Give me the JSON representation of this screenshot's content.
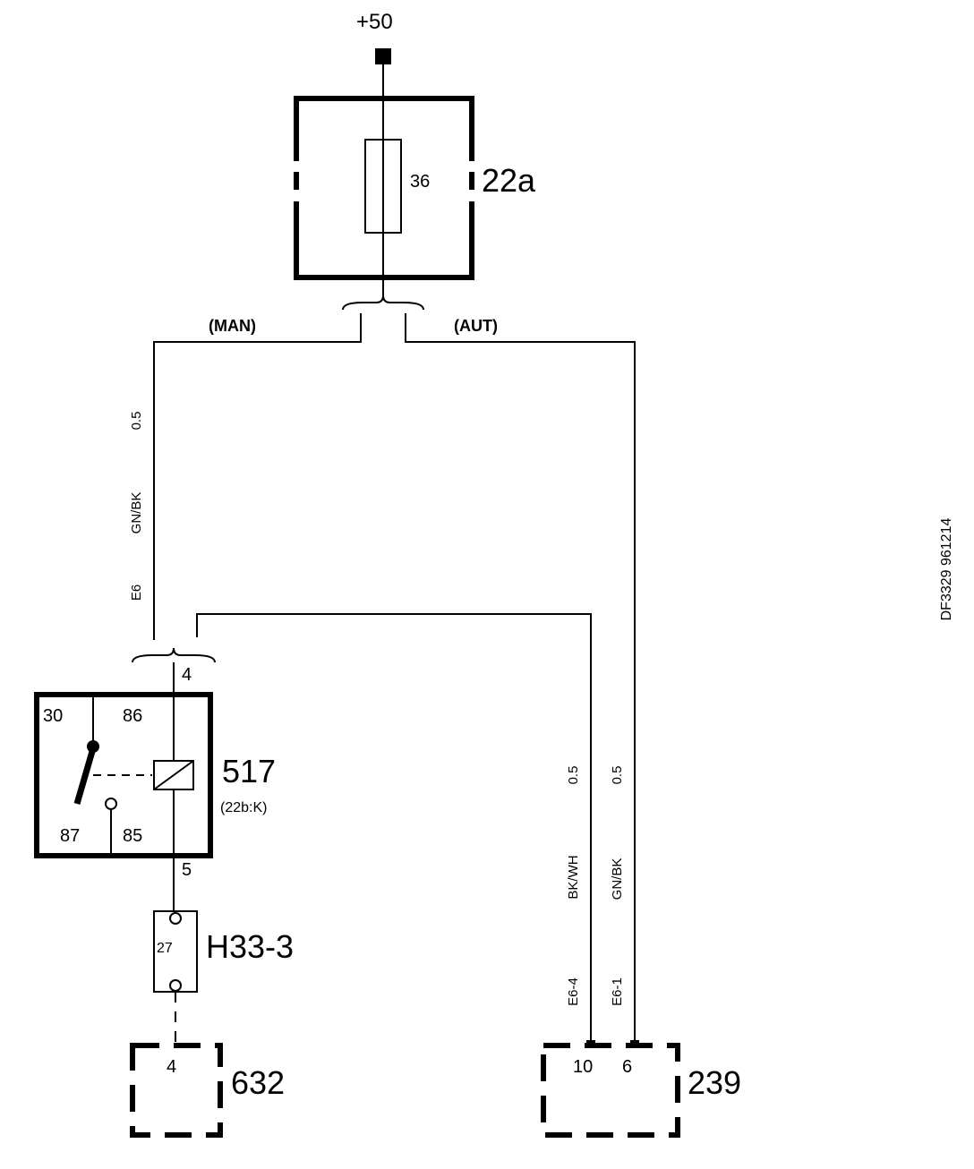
{
  "supply": {
    "label": "+50"
  },
  "fuse_box": {
    "id": "22a",
    "fuse": "36"
  },
  "branch_labels": {
    "man": "(MAN)",
    "aut": "(AUT)"
  },
  "wire_man": {
    "size": "0.5",
    "color": "GN/BK",
    "code": "E6"
  },
  "wire_bkwh": {
    "size": "0.5",
    "color": "BK/WH",
    "code": "E6-4"
  },
  "wire_gnbk": {
    "size": "0.5",
    "color": "GN/BK",
    "code": "E6-1"
  },
  "relay": {
    "id": "517",
    "sub": "(22b:K)",
    "pins": {
      "p30": "30",
      "p86": "86",
      "p87": "87",
      "p85": "85"
    },
    "in_pin": "4",
    "out_pin": "5"
  },
  "connector_h33": {
    "id": "H33-3",
    "pin": "27"
  },
  "module_632": {
    "id": "632",
    "pin": "4"
  },
  "module_239": {
    "id": "239",
    "pin_a": "10",
    "pin_b": "6"
  },
  "doc_ref": "DF3329 961214"
}
